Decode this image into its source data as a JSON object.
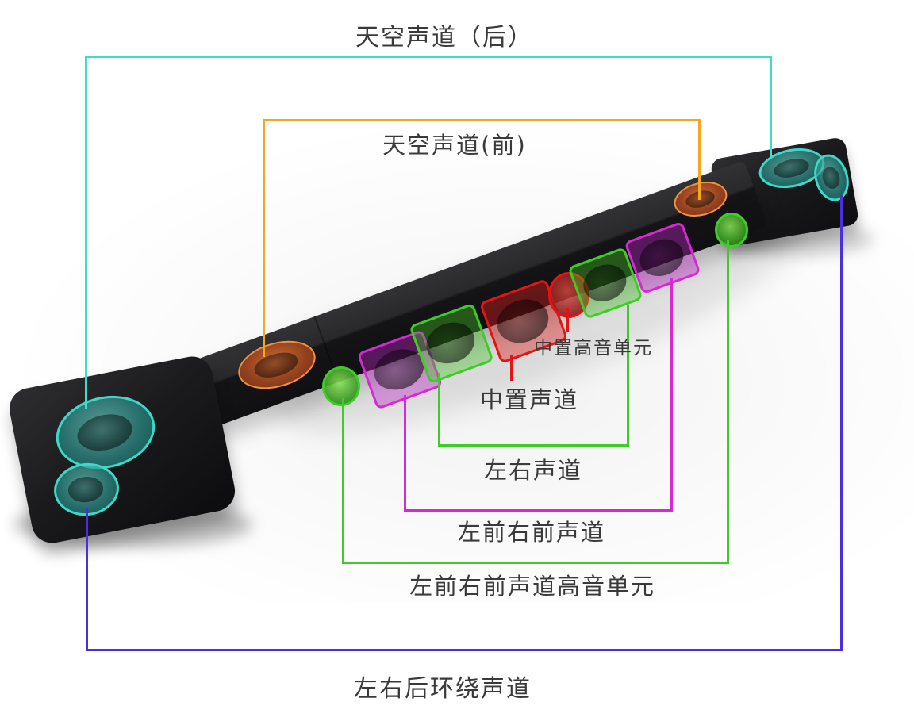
{
  "figure_type": "soundbar-speaker-channel-annotation-diagram",
  "background": "#ffffff",
  "colors": {
    "cyan": "#3EDCCB",
    "orange": "#F5A623",
    "red": "#E51414",
    "green": "#3FCC28",
    "magenta": "#D429D4",
    "blue": "#4B2EDD",
    "text": "#3A3A3A"
  },
  "annotations": {
    "sky_rear": {
      "label": "天空声道（后）",
      "color": "#3EDCCB"
    },
    "sky_front": {
      "label": "天空声道(前)",
      "color": "#F5A623"
    },
    "center_tweeter": {
      "label": "中置高音单元",
      "color": "#E51414"
    },
    "center": {
      "label": "中置声道",
      "color": "#E51414"
    },
    "left_right": {
      "label": "左右声道",
      "color": "#3FCC28"
    },
    "front_left_right": {
      "label": "左前右前声道",
      "color": "#D429D4"
    },
    "front_lr_tweeter": {
      "label": "左前右前声道高音单元",
      "color": "#3FCC28"
    },
    "rear_surround": {
      "label": "左右后环绕声道",
      "color": "#4B2EDD"
    }
  }
}
